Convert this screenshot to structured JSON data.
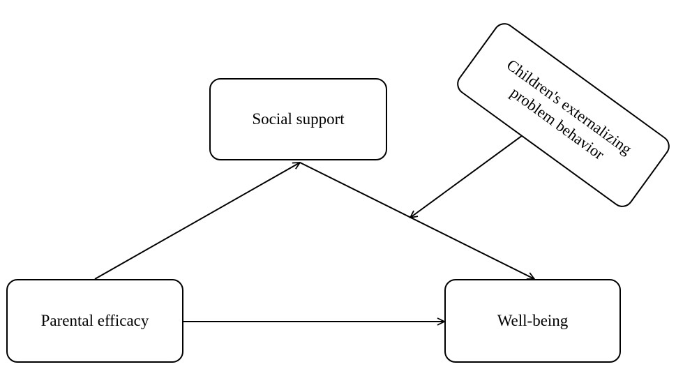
{
  "nodes": {
    "social_support": "Social support",
    "parental_efficacy": "Parental efficacy",
    "well_being": "Well-being",
    "children_behavior": {
      "line1": "Children's externalizing",
      "line2": "problem behavior"
    }
  },
  "edges": [
    {
      "from": "Parental efficacy",
      "to": "Social support"
    },
    {
      "from": "Social support",
      "to": "Well-being"
    },
    {
      "from": "Parental efficacy",
      "to": "Well-being"
    },
    {
      "from": "Children's externalizing problem behavior",
      "to": "Social support → Well-being path"
    }
  ],
  "colors": {
    "stroke": "#000000",
    "background": "#ffffff"
  }
}
